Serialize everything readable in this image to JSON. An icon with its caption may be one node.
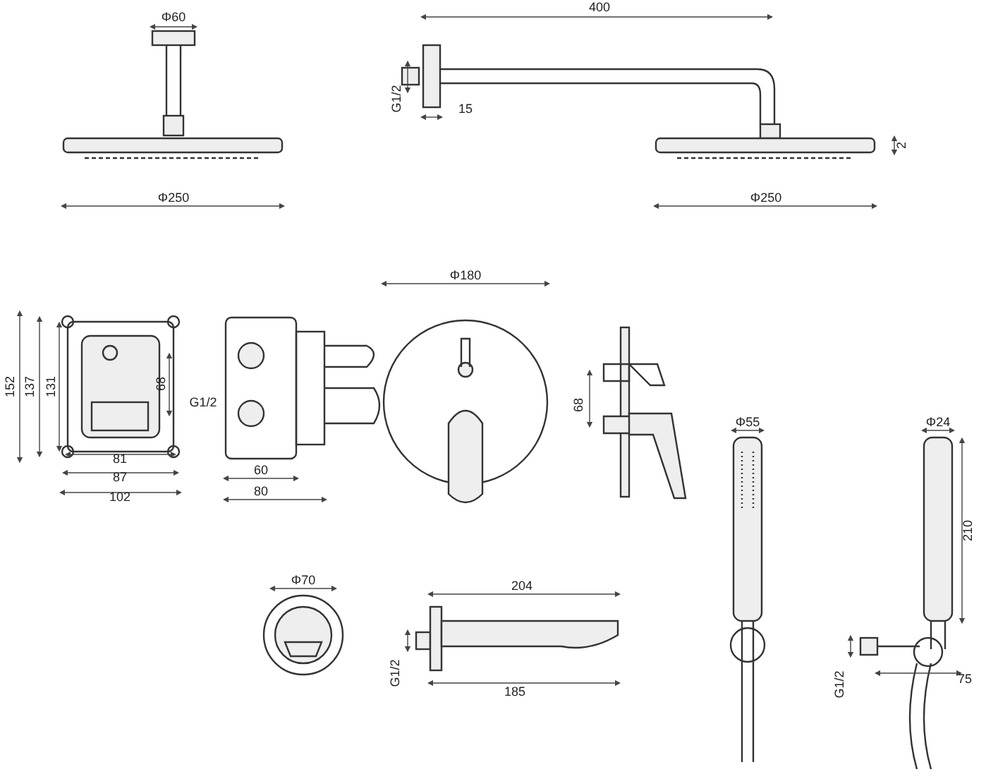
{
  "diagram": {
    "labels": [
      "Φ60",
      "400",
      "G1/2",
      "15",
      "2",
      "Φ250",
      "Φ250",
      "Φ180",
      "152",
      "137",
      "131",
      "68",
      "G1/2",
      "68",
      "81",
      "87",
      "102",
      "60",
      "80",
      "Φ55",
      "Φ24",
      "210",
      "Φ70",
      "204",
      "G1/2",
      "185",
      "G1/2",
      "75"
    ]
  }
}
